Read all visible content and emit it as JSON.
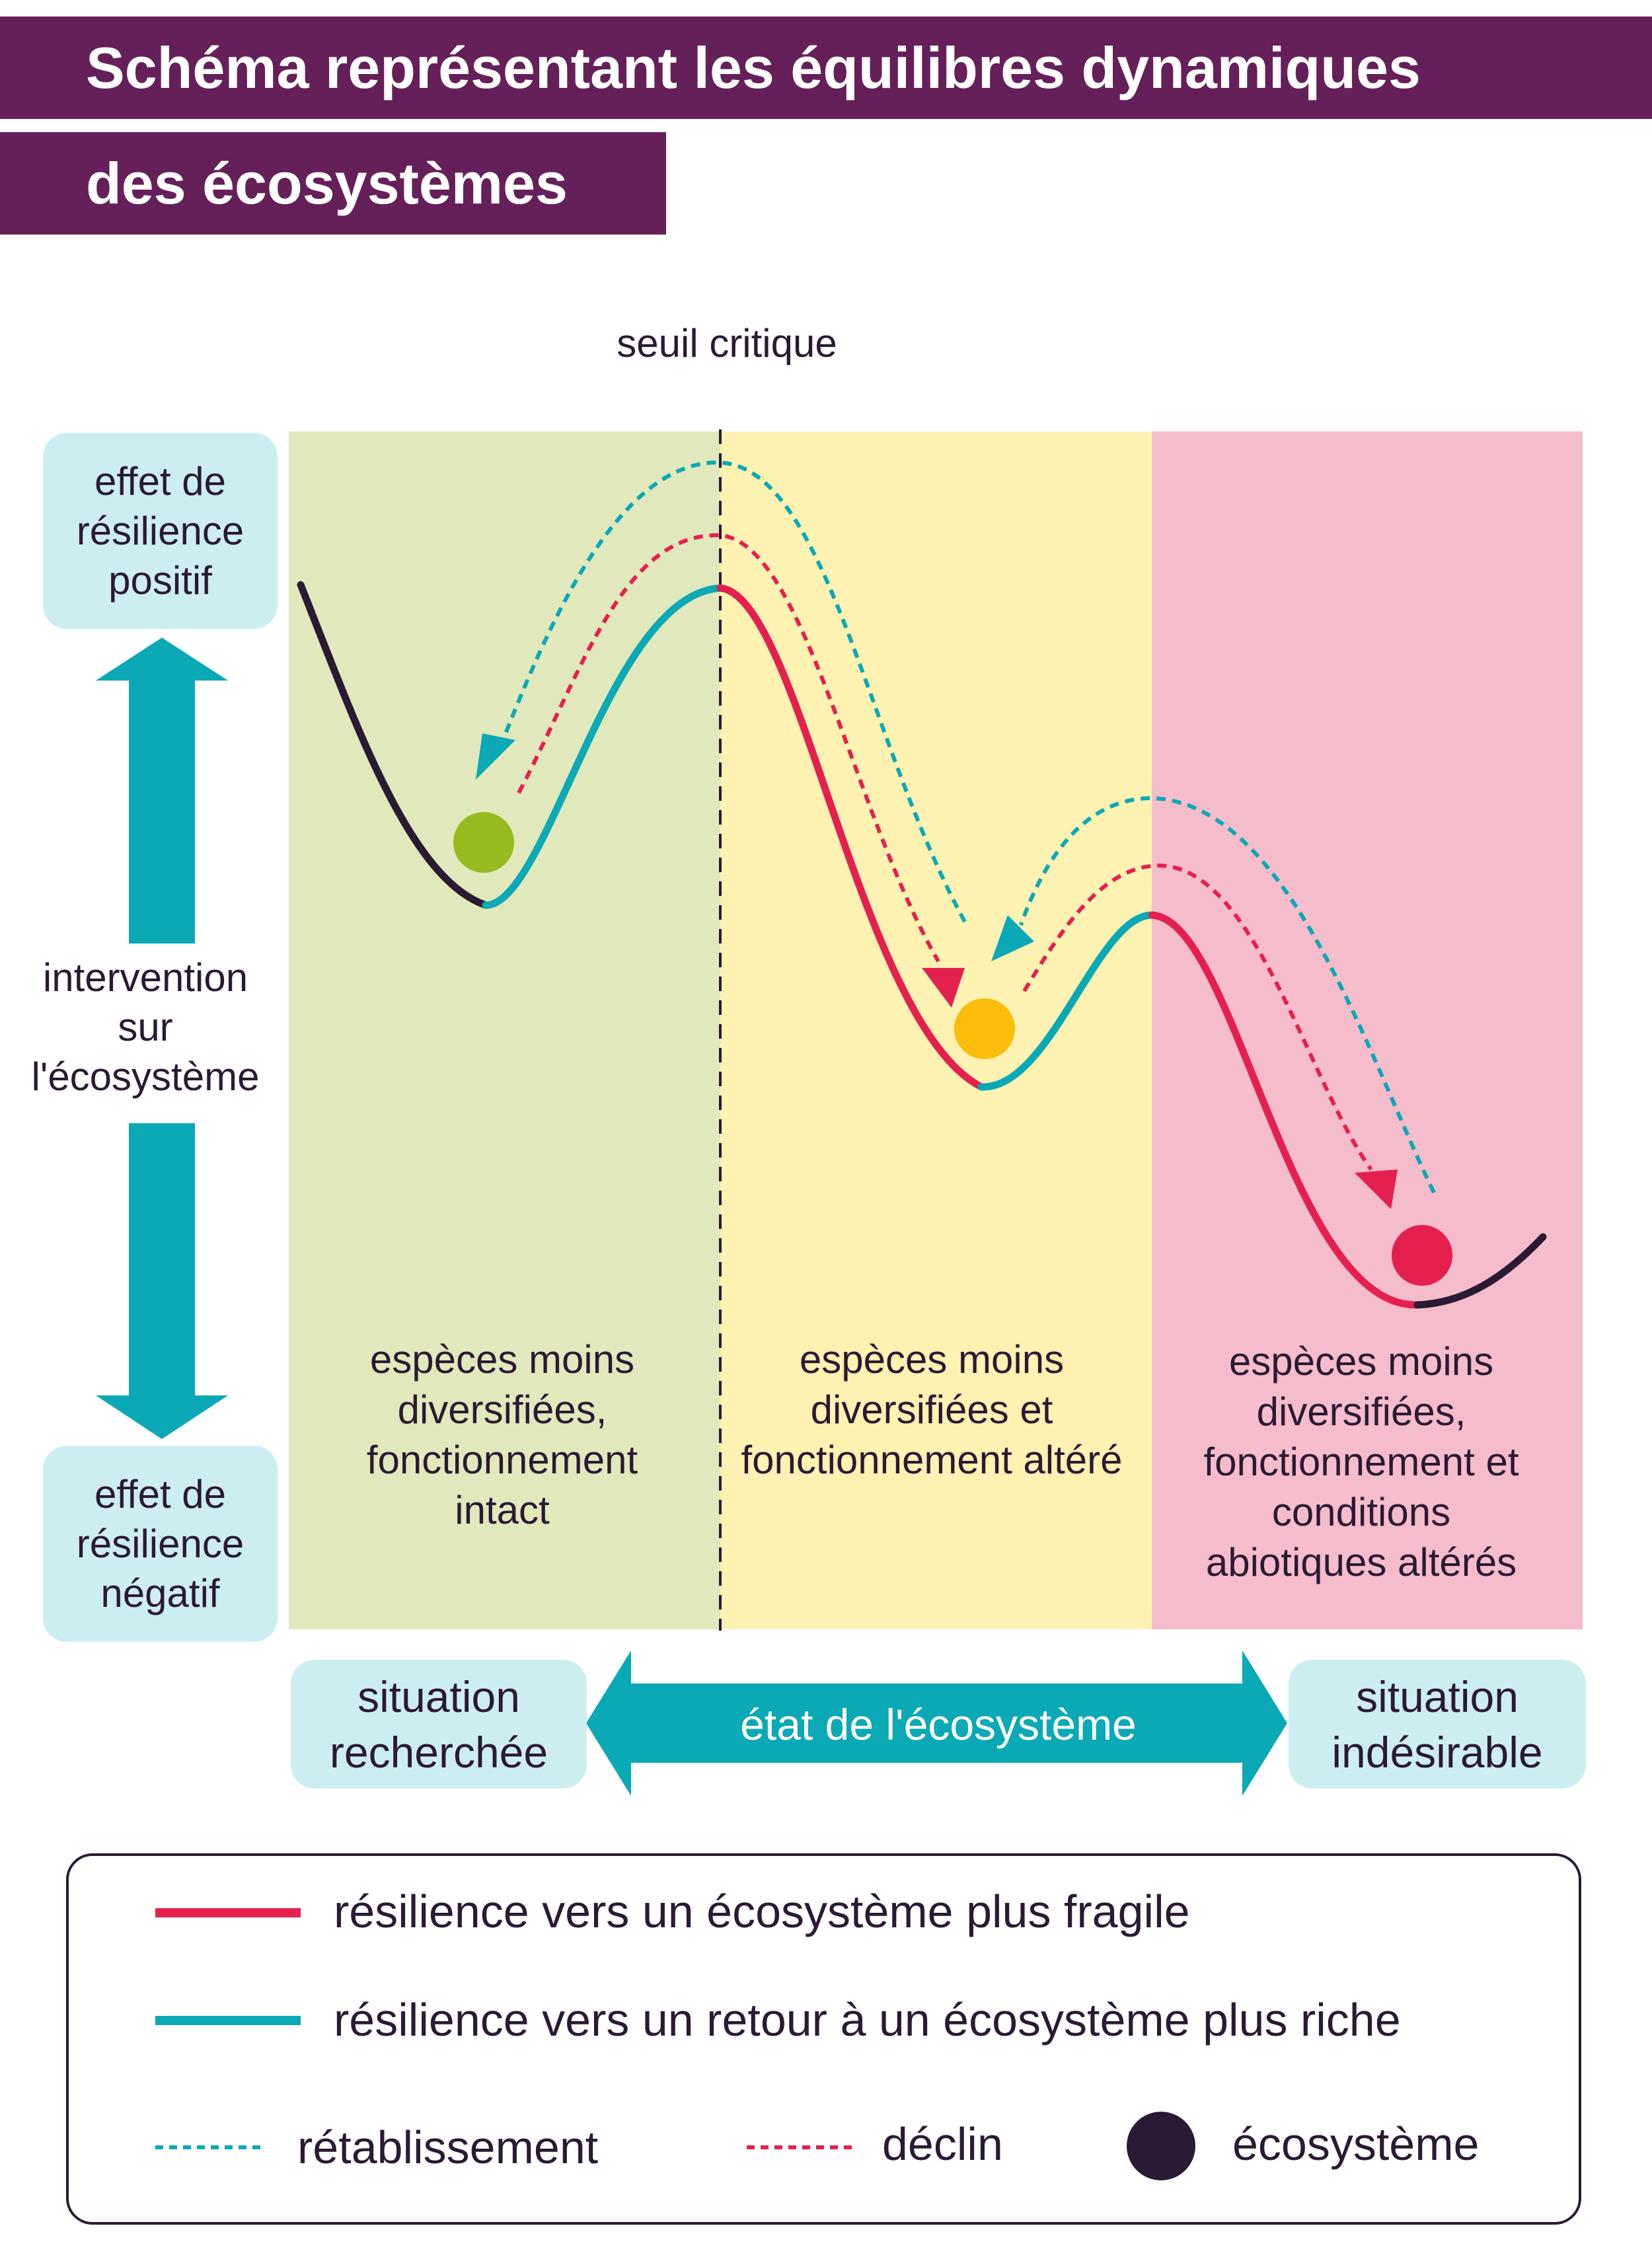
{
  "title": {
    "line1": "Schéma représentant les équilibres dynamiques",
    "line2": "des écosystèmes"
  },
  "threshold_label": "seuil critique",
  "left_axis": {
    "top_label": "effet de résilience positif",
    "middle_label": "intervention sur l'écosystème",
    "bottom_label": "effet de résilience négatif"
  },
  "zones": [
    {
      "text": "espèces moins diversifiées, fonctionnement intact",
      "color": "#e1e8bb"
    },
    {
      "text": "espèces moins diversifiées et fonctionnement altéré",
      "color": "#fdf2b2"
    },
    {
      "text": "espèces moins diversifiées, fonctionnement et conditions abiotiques altérés",
      "color": "#f5bccb"
    }
  ],
  "bottom_axis": {
    "left_label": "situation recherchée",
    "center_label": "état de l'écosystème",
    "right_label": "situation indésirable"
  },
  "legend": {
    "fragile": "résilience vers un écosystème plus fragile",
    "rich": "résilience vers un retour à un écosystème plus riche",
    "recovery": "rétablissement",
    "decline": "déclin",
    "ecosystem": "écosystème"
  },
  "colors": {
    "title_bg": "#65205a",
    "teal": "#0aa9b5",
    "crimson": "#e4204e",
    "dark": "#2b1a33",
    "pill_bg": "#cdeef1",
    "ball_green": "#95bb1e",
    "ball_yellow": "#fbbd09",
    "ball_red": "#e4204e"
  },
  "icons": {
    "up_arrow": "up-arrow-icon",
    "down_arrow": "down-arrow-icon",
    "double_arrow": "double-arrow-icon"
  }
}
